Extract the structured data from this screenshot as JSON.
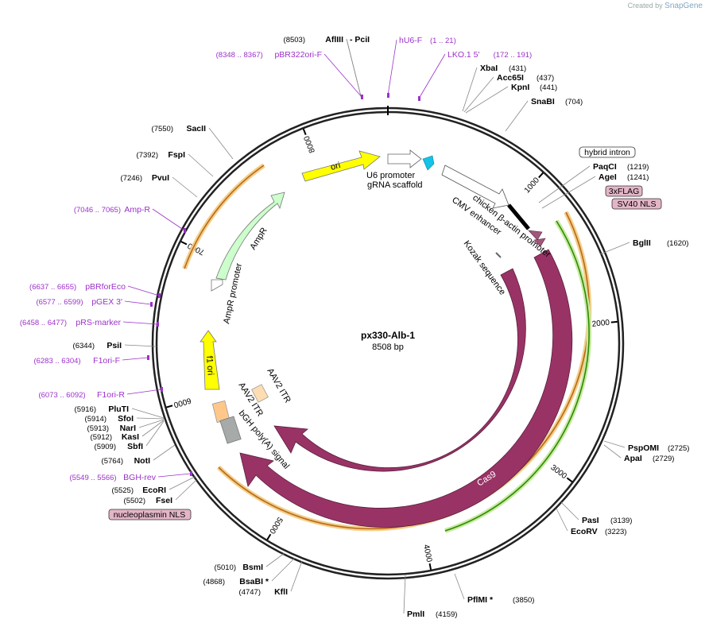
{
  "watermark": {
    "prefix": "Created by",
    "brand": "SnapGene"
  },
  "map": {
    "title": "px330-Alb-1",
    "length_label": "8508 bp"
  },
  "ticks": [
    "1000",
    "2000",
    "3000",
    "4000",
    "5000",
    "6000",
    "7000",
    "8000"
  ],
  "sites": [
    {
      "name": "AflIII",
      "pos": "(8503)"
    },
    {
      "name": "- PciI",
      "pos": ""
    },
    {
      "name": "XbaI",
      "pos": "(431)"
    },
    {
      "name": "Acc65I",
      "pos": "(437)"
    },
    {
      "name": "KpnI",
      "pos": "(441)"
    },
    {
      "name": "SnaBI",
      "pos": "(704)"
    },
    {
      "name": "PaqCI",
      "pos": "(1219)"
    },
    {
      "name": "AgeI",
      "pos": "(1241)"
    },
    {
      "name": "BglII",
      "pos": "(1620)"
    },
    {
      "name": "PspOMI",
      "pos": "(2725)"
    },
    {
      "name": "ApaI",
      "pos": "(2729)"
    },
    {
      "name": "PasI",
      "pos": "(3139)"
    },
    {
      "name": "EcoRV",
      "pos": "(3223)"
    },
    {
      "name": "PflMI *",
      "pos": "(3850)"
    },
    {
      "name": "PmlI",
      "pos": "(4159)"
    },
    {
      "name": "KflI",
      "pos": "(4747)"
    },
    {
      "name": "BsaBI *",
      "pos": "(4868)"
    },
    {
      "name": "BsmI",
      "pos": "(5010)"
    },
    {
      "name": "FseI",
      "pos": "(5502)"
    },
    {
      "name": "EcoRI",
      "pos": "(5525)"
    },
    {
      "name": "NotI",
      "pos": "(5764)"
    },
    {
      "name": "SbfI",
      "pos": "(5909)"
    },
    {
      "name": "KasI",
      "pos": "(5912)"
    },
    {
      "name": "NarI",
      "pos": "(5913)"
    },
    {
      "name": "SfoI",
      "pos": "(5914)"
    },
    {
      "name": "PluTI",
      "pos": "(5916)"
    },
    {
      "name": "PsiI",
      "pos": "(6344)"
    },
    {
      "name": "PvuI",
      "pos": "(7246)"
    },
    {
      "name": "FspI",
      "pos": "(7392)"
    },
    {
      "name": "SacII",
      "pos": "(7550)"
    }
  ],
  "primers": [
    {
      "name": "pBR322ori-F",
      "pos": "(8348 .. 8367)"
    },
    {
      "name": "hU6-F",
      "pos": "(1 .. 21)"
    },
    {
      "name": "LKO.1 5'",
      "pos": "(172 .. 191)"
    },
    {
      "name": "Amp-R",
      "pos": "(7046 .. 7065)"
    },
    {
      "name": "pBRforEco",
      "pos": "(6637 .. 6655)"
    },
    {
      "name": "pGEX 3'",
      "pos": "(6577 .. 6599)"
    },
    {
      "name": "pRS-marker",
      "pos": "(6458 .. 6477)"
    },
    {
      "name": "F1ori-F",
      "pos": "(6283 .. 6304)"
    },
    {
      "name": "F1ori-R",
      "pos": "(6073 .. 6092)"
    },
    {
      "name": "BGH-rev",
      "pos": "(5549 .. 5566)"
    }
  ],
  "boxed_labels": [
    "hybrid intron",
    "3xFLAG",
    "SV40 NLS",
    "nucleoplasmin NLS"
  ],
  "features": {
    "ori": "ori",
    "u6": "U6 promoter",
    "grna": "gRNA scaffold",
    "cba": "chicken β-actin promoter",
    "cmv": "CMV enhancer",
    "kozak": "Kozak sequence",
    "cas9_inner": "Cas9",
    "cas9_outer": "Cas9",
    "ampr": "AmpR",
    "ampr_prom": "AmpR promoter",
    "f1": "f1 ori",
    "itr1": "AAV2 ITR",
    "itr2": "AAV2 ITR",
    "bgh": "bGH poly(A) signal"
  },
  "colors": {
    "ori": "#ffff00",
    "ampr": "#ccffcc",
    "cas9": "#993366",
    "itr": "#ffddb3",
    "bgh": "#a6aaa9",
    "primer": "#9b31c9",
    "orf_orange": "#e8a33c",
    "orf_green": "#2f8a00",
    "nls_box": "#e3b5c7"
  }
}
